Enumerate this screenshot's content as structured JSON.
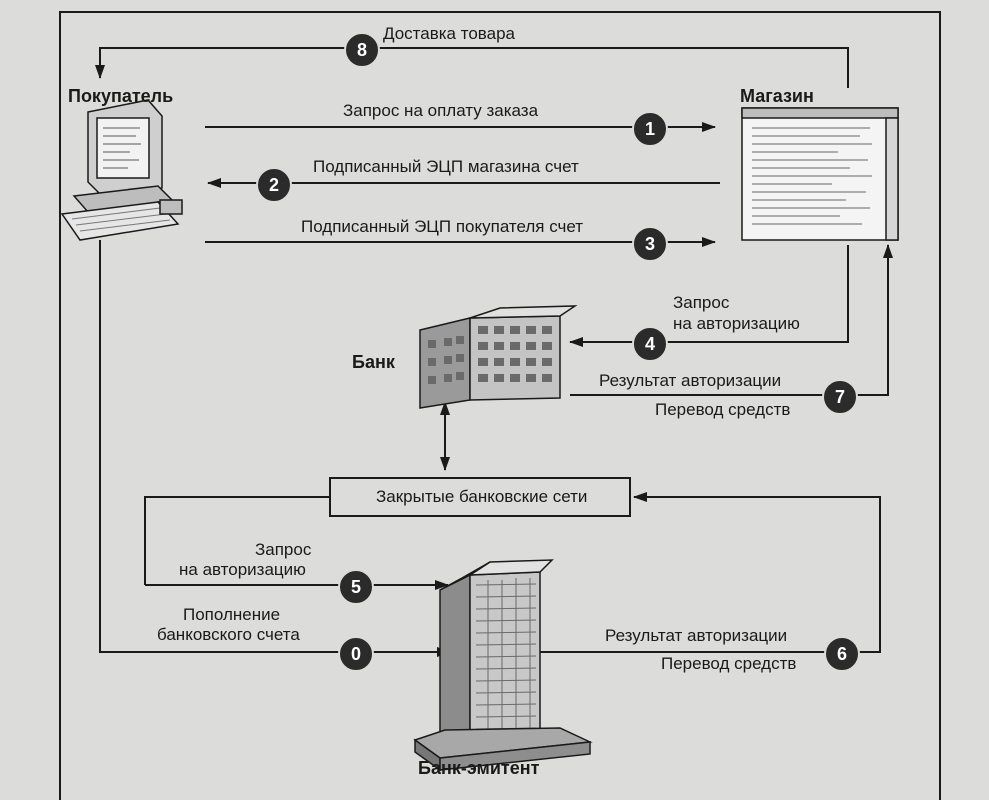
{
  "nodes": {
    "buyer": "Покупатель",
    "shop": "Магазин",
    "bank": "Банк",
    "issuer": "Банк-эмитент",
    "network": "Закрытые банковские сети"
  },
  "steps": [
    {
      "num": "1",
      "label": "Запрос на оплату заказа"
    },
    {
      "num": "2",
      "label": "Подписанный ЭЦП магазина счет"
    },
    {
      "num": "3",
      "label": "Подписанный ЭЦП покупателя счет"
    },
    {
      "num": "4",
      "label_line1": "Запрос",
      "label_line2": "на авторизацию"
    },
    {
      "num": "5",
      "label_line1": "Запрос",
      "label_line2": "на авторизацию"
    },
    {
      "num": "6",
      "label_line1": "Результат авторизации",
      "label_line2": "Перевод средств"
    },
    {
      "num": "7",
      "label_line1": "Результат авторизации",
      "label_line2": "Перевод средств"
    },
    {
      "num": "8",
      "label": "Доставка товара"
    },
    {
      "num": "0",
      "label_line1": "Пополнение",
      "label_line2": "банковского счета"
    }
  ],
  "colors": {
    "line": "#1a1a1a",
    "badge": "#2b2b2b",
    "paper": "#dcdcda"
  }
}
